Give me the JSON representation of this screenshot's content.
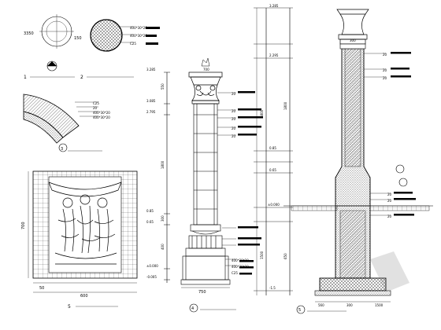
{
  "view1": {
    "dims": [
      "3350",
      "150"
    ],
    "caption_num": "1"
  },
  "view2": {
    "notes": [
      "400*30*20",
      "400*30*20",
      "C25"
    ],
    "caption_num": "2"
  },
  "view3": {
    "labels": [
      "C25",
      "20",
      "400*30*20",
      "400*30*20"
    ],
    "caption_num": "3"
  },
  "view5": {
    "height_dim": "700",
    "width_dim": "600",
    "small_dim": "50",
    "caption_num": "5"
  },
  "view4": {
    "levels": [
      "3.285",
      "3.085",
      "2.795",
      "0.85",
      "0.65",
      "±0.000",
      "-0.005"
    ],
    "dims": [
      "550",
      "1800",
      "300",
      "400",
      "750",
      "700"
    ],
    "notes": [
      "20",
      "20",
      "20",
      "20",
      "20",
      "400*30*20",
      "400*30*20",
      "C25"
    ],
    "caption_num": "4"
  },
  "view6": {
    "levels": [
      "3.285",
      "2.295",
      "0.85",
      "0.65",
      "±0.000",
      "-1.5"
    ],
    "dims": [
      "3800",
      "1800",
      "1500",
      "650",
      "300",
      "560",
      "300",
      "1500"
    ],
    "notes": [
      "20",
      "20",
      "20",
      "20",
      "20",
      "20"
    ],
    "caption_num": "5"
  }
}
